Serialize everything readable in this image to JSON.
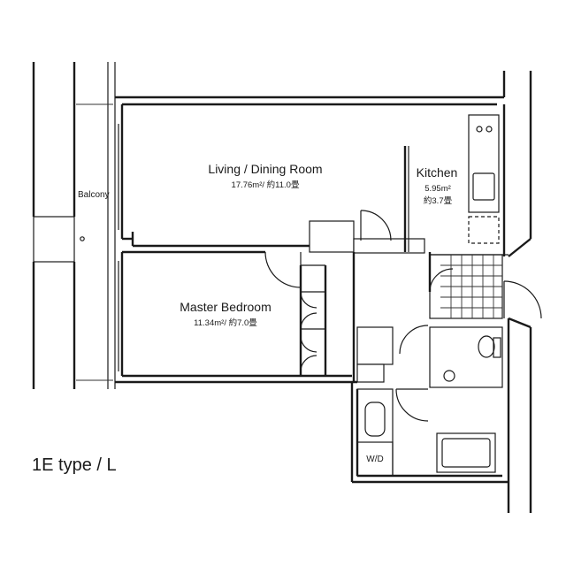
{
  "plan": {
    "type_label": "1E type / L",
    "rooms": {
      "living": {
        "name": "Living / Dining Room",
        "area": "17.76m²/ 約11.0畳"
      },
      "kitchen": {
        "name": "Kitchen",
        "area_m2": "5.95m²",
        "area_jo": "約3.7畳"
      },
      "master": {
        "name": "Master Bedroom",
        "area": "11.34m²/ 約7.0畳"
      },
      "balcony": {
        "name": "Balcony"
      },
      "laundry": {
        "name": "W/D"
      }
    }
  }
}
